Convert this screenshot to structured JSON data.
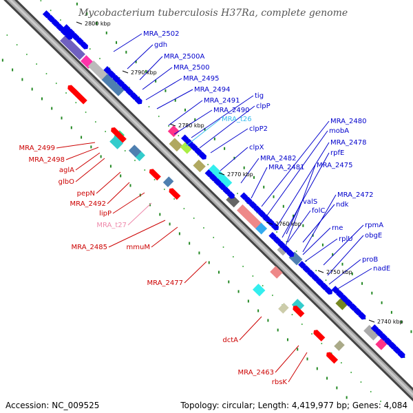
{
  "title": "Mycobacterium tuberculosis H37Ra, complete genome",
  "footer": {
    "accession": "Accession: NC_009525",
    "summary": "Topology: circular; Length: 4,419,977 bp; Genes: 4,084"
  },
  "colors": {
    "forward_label": "#0000cc",
    "reverse_label": "#cc0000",
    "forward_gene": "#0000ee",
    "reverse_gene": "#ff0000",
    "backbone": "#888888"
  },
  "ticks": [
    "2800 kbp",
    "2790 kbp",
    "2780 kbp",
    "2770 kbp",
    "2760 kbp",
    "2750 kbp",
    "2740 kbp"
  ],
  "forward_labels": [
    "MRA_2502",
    "gdh",
    "MRA_2500A",
    "MRA_2500",
    "MRA_2495",
    "MRA_2494",
    "MRA_2491",
    "MRA_2490",
    "tig",
    "clpP",
    "clpP2",
    "clpX",
    "MRA_2482",
    "MRA_2481",
    "MRA_2480",
    "mobA",
    "MRA_2478",
    "rpfE",
    "MRA_2475",
    "valS",
    "folC",
    "ndk",
    "MRA_2472",
    "rne",
    "rplU",
    "rpmA",
    "obgE",
    "proB",
    "nadE"
  ],
  "forward_rna_labels": [
    "MRA_t26"
  ],
  "reverse_labels": [
    "MRA_2499",
    "MRA_2498",
    "aglA",
    "glbO",
    "pepN",
    "MRA_2492",
    "lipP",
    "MRA_2485",
    "mmuM",
    "MRA_2477",
    "dctA",
    "MRA_2463",
    "rbsK"
  ],
  "reverse_rna_labels": [
    "MRA_t27"
  ]
}
